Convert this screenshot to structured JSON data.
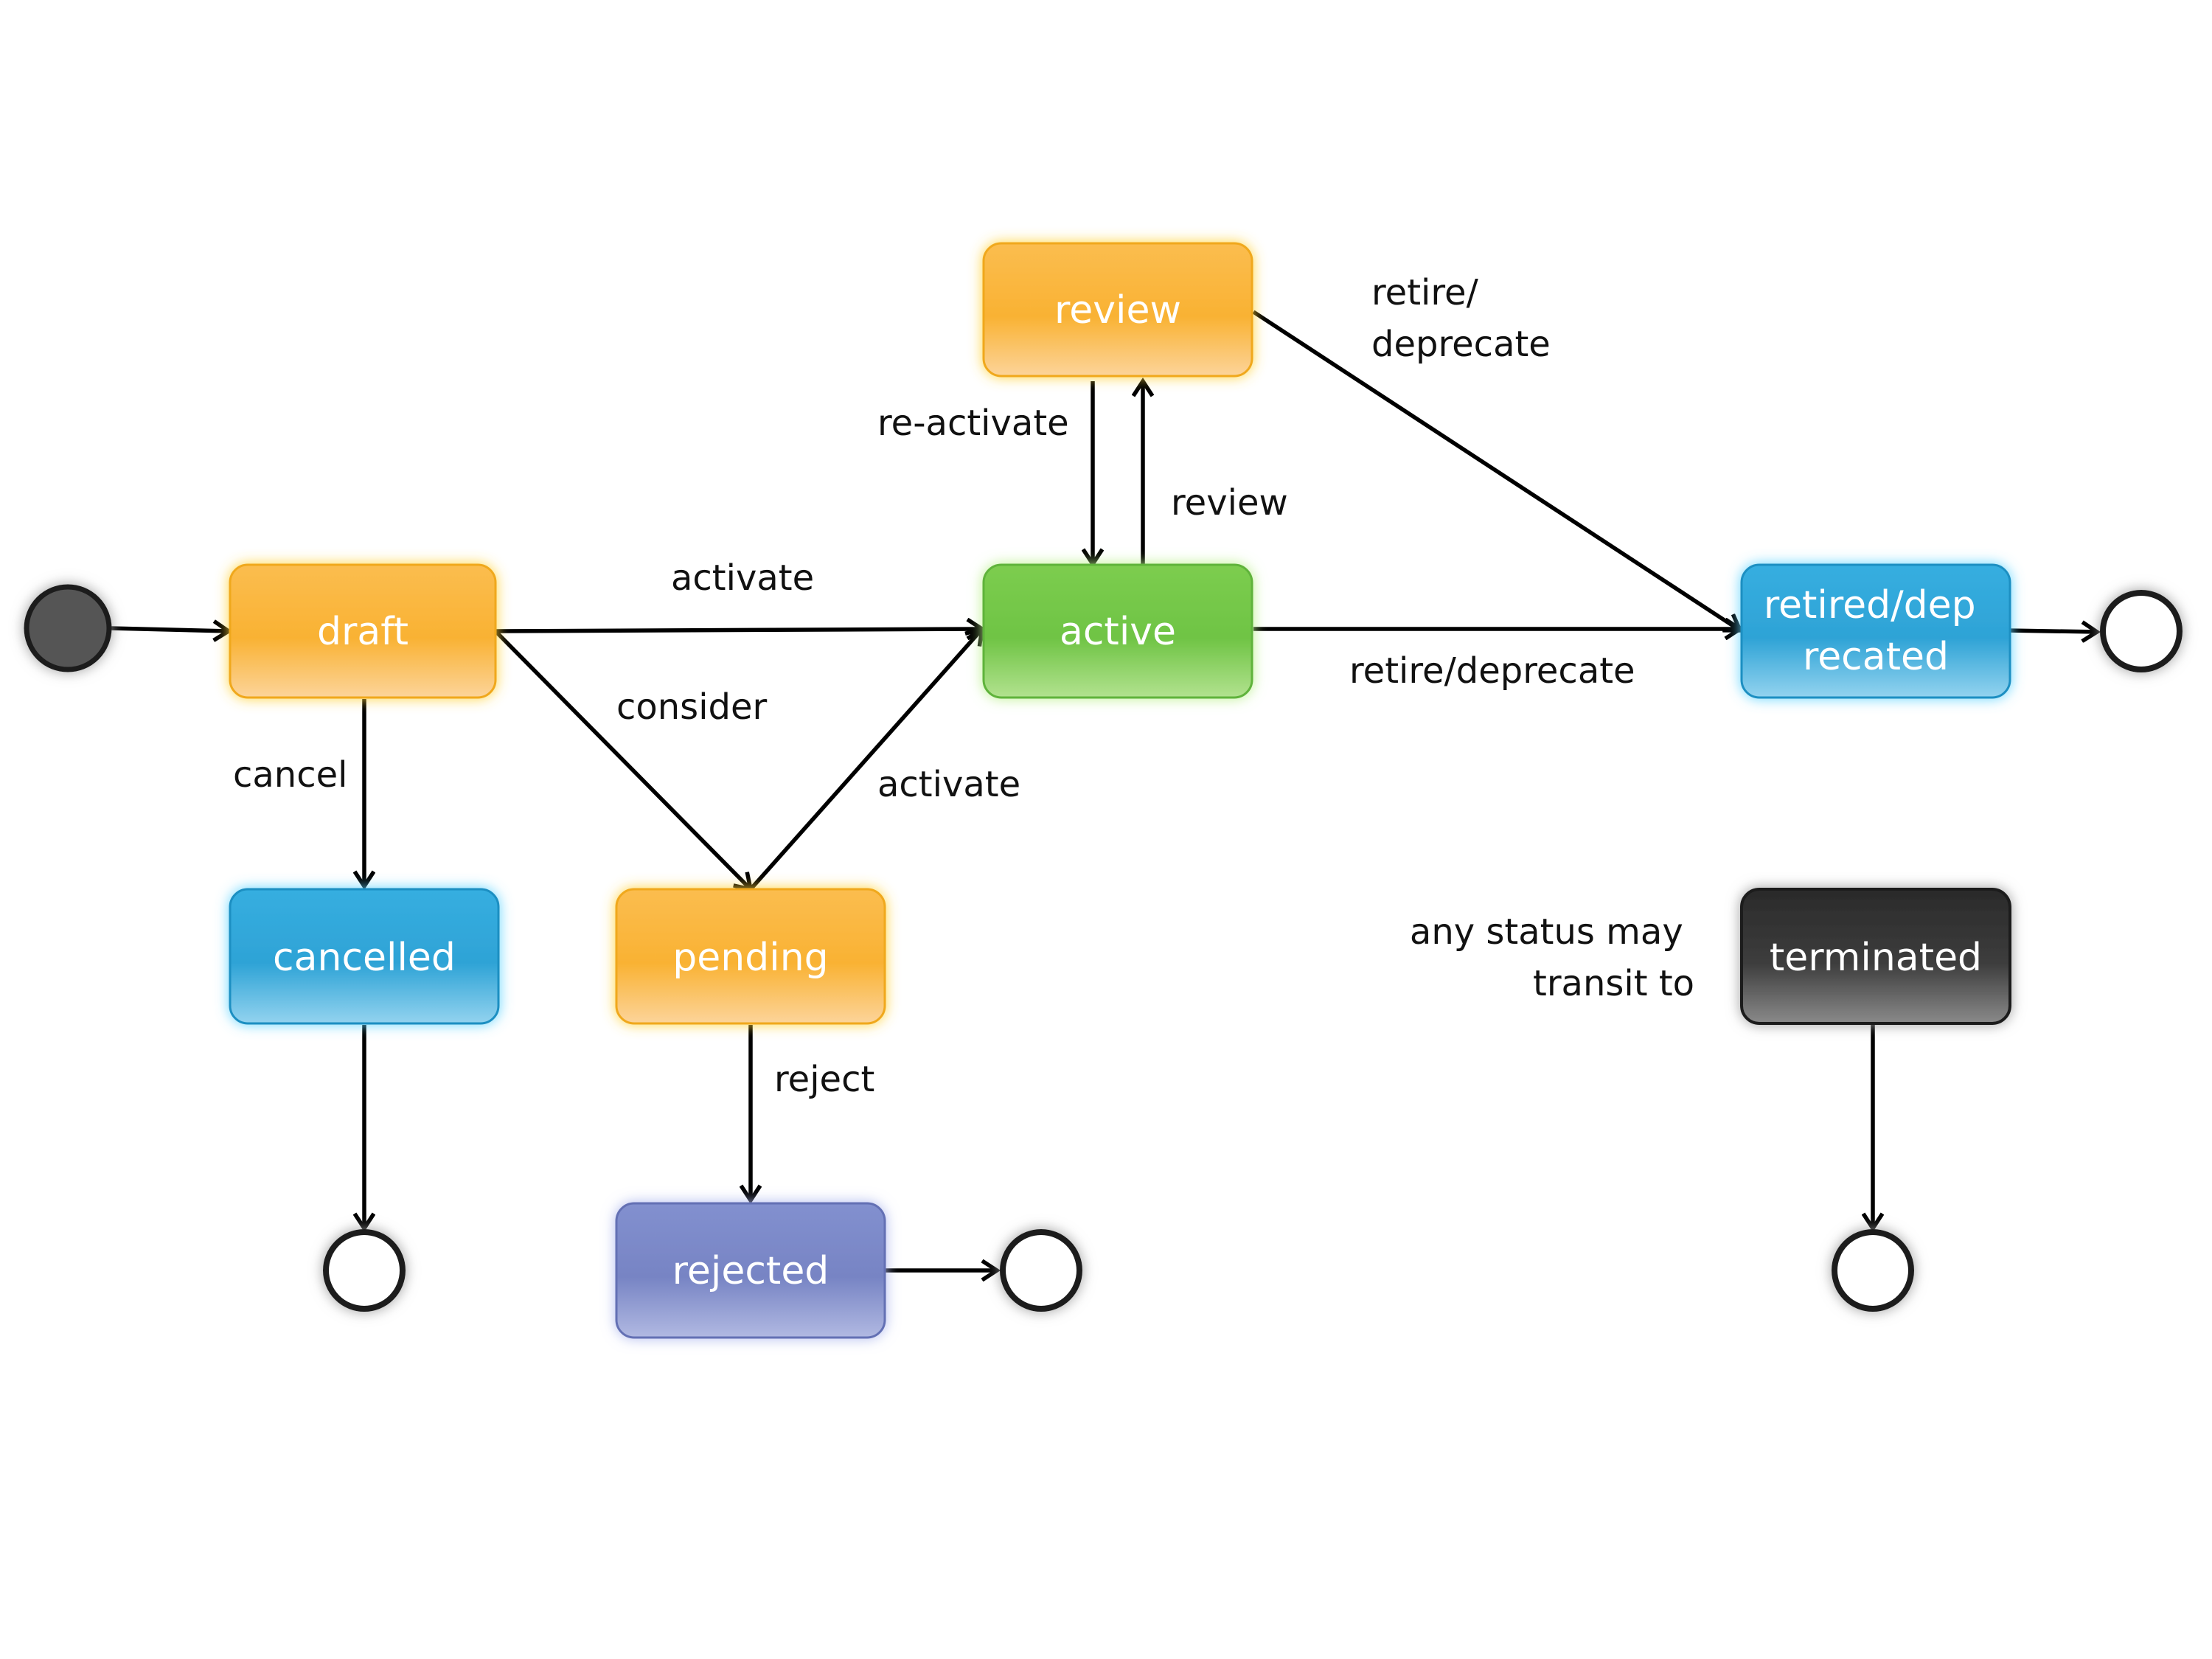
{
  "states": {
    "draft": {
      "label": "draft",
      "color": "orange"
    },
    "review": {
      "label": "review",
      "color": "orange"
    },
    "active": {
      "label": "active",
      "color": "green"
    },
    "pending": {
      "label": "pending",
      "color": "orange"
    },
    "cancelled": {
      "label": "cancelled",
      "color": "blue"
    },
    "rejected": {
      "label": "rejected",
      "color": "purple"
    },
    "retired": {
      "lines": [
        "retired/dep",
        "recated"
      ],
      "color": "blue"
    },
    "terminated": {
      "label": "terminated",
      "color": "dark"
    }
  },
  "transitions": [
    {
      "from": "start",
      "to": "draft",
      "label": ""
    },
    {
      "from": "draft",
      "to": "active",
      "label": "activate"
    },
    {
      "from": "draft",
      "to": "pending",
      "label": "consider"
    },
    {
      "from": "draft",
      "to": "cancelled",
      "label": "cancel"
    },
    {
      "from": "pending",
      "to": "active",
      "label": "activate"
    },
    {
      "from": "pending",
      "to": "rejected",
      "label": "reject"
    },
    {
      "from": "review",
      "to": "active",
      "label": "re-activate"
    },
    {
      "from": "active",
      "to": "review",
      "label": "review"
    },
    {
      "from": "review",
      "to": "retired",
      "label": [
        "retire/",
        "deprecate"
      ]
    },
    {
      "from": "active",
      "to": "retired",
      "label": "retire/deprecate"
    },
    {
      "from": "retired",
      "to": "end",
      "label": ""
    },
    {
      "from": "cancelled",
      "to": "end",
      "label": ""
    },
    {
      "from": "rejected",
      "to": "end",
      "label": ""
    },
    {
      "from": "terminated",
      "to": "end",
      "label": ""
    }
  ],
  "note": [
    "any status may",
    "transit to"
  ],
  "colors": {
    "orange": "#f9b233",
    "green": "#76c94a",
    "blue": "#2ea3d6",
    "purple": "#7784c4",
    "dark": "#3a3a3a",
    "line": "#000000",
    "start_node": "#555555"
  }
}
